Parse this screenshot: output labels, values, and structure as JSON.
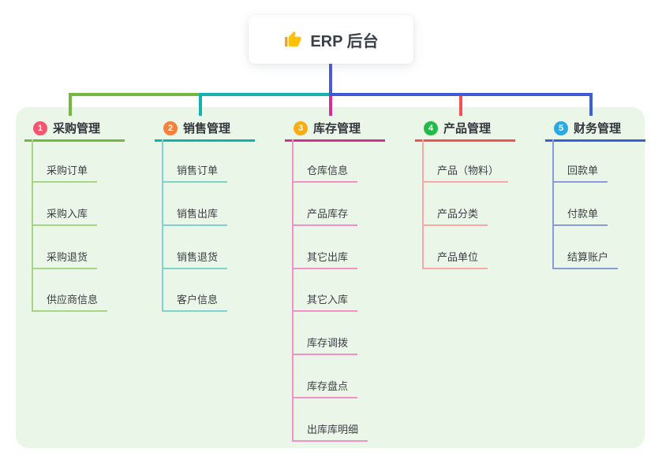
{
  "root": {
    "title": "ERP 后台",
    "icon": "thumbs-up-icon"
  },
  "colors": {
    "panel_background": "#EAF6E7",
    "root_line": "#4C5BD4",
    "header_text": "#33373D",
    "child_text": "#3C3F44"
  },
  "branches": [
    {
      "index": "1",
      "label": "采购管理",
      "badge_color": "#F4566E",
      "line_color": "#76B83F",
      "child_line_color": "#A6D583",
      "children": [
        "采购订单",
        "采购入库",
        "采购退货",
        "供应商信息"
      ]
    },
    {
      "index": "2",
      "label": "销售管理",
      "badge_color": "#F5813B",
      "line_color": "#14B2AC",
      "child_line_color": "#7FD2CE",
      "children": [
        "销售订单",
        "销售出库",
        "销售退货",
        "客户信息"
      ]
    },
    {
      "index": "3",
      "label": "库存管理",
      "badge_color": "#F9AC13",
      "line_color": "#D23093",
      "child_line_color": "#F191C8",
      "children": [
        "仓库信息",
        "产品库存",
        "其它出库",
        "其它入库",
        "库存调拨",
        "库存盘点",
        "出库库明细"
      ]
    },
    {
      "index": "4",
      "label": "产品管理",
      "badge_color": "#23BA49",
      "line_color": "#F25253",
      "child_line_color": "#F8A9A6",
      "children": [
        "产品（物料）",
        "产品分类",
        "产品单位"
      ]
    },
    {
      "index": "5",
      "label": "财务管理",
      "badge_color": "#2BA9E2",
      "line_color": "#3B5FD9",
      "child_line_color": "#8A9BDD",
      "children": [
        "回款单",
        "付款单",
        "结算账户"
      ]
    }
  ]
}
